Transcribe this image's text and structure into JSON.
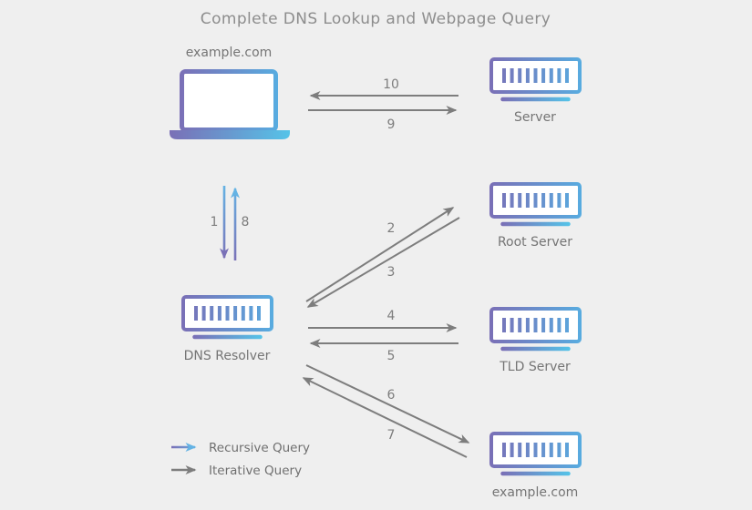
{
  "title": "Complete DNS Lookup and Webpage Query",
  "nodes": {
    "client": {
      "label": "example.com",
      "icon": "laptop-icon"
    },
    "web_server": {
      "label": "Server",
      "icon": "server-icon"
    },
    "root_server": {
      "label": "Root Server",
      "icon": "server-icon"
    },
    "dns_resolver": {
      "label": "DNS Resolver",
      "icon": "server-icon"
    },
    "tld_server": {
      "label": "TLD Server",
      "icon": "server-icon"
    },
    "auth_server": {
      "label": "example.com",
      "icon": "server-icon"
    }
  },
  "arrow_labels": {
    "a1": "1",
    "a2": "2",
    "a3": "3",
    "a4": "4",
    "a5": "5",
    "a6": "6",
    "a7": "7",
    "a8": "8",
    "a9": "9",
    "a10": "10"
  },
  "legend": {
    "recursive_label": "Recursive Query",
    "iterative_label": "Iterative Query"
  },
  "colors": {
    "background": "#efefef",
    "gradient_purple": "#7a6fb6",
    "gradient_blue": "#58ace0",
    "gradient_cyan": "#55c3e8",
    "arrow_gray": "#7d7d7d",
    "node_label_text": "#757575",
    "title_text": "#8d8d8d"
  }
}
